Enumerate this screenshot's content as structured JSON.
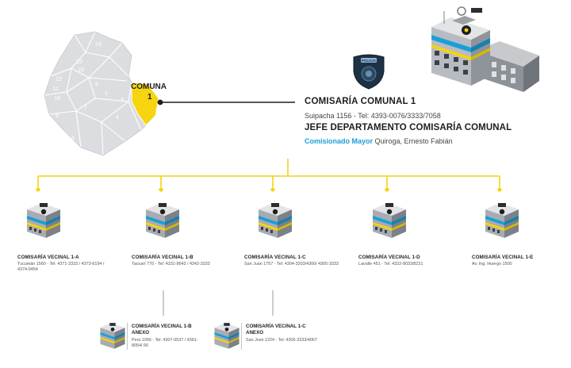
{
  "colors": {
    "accent": "#f6d410",
    "highlight": "#1a9fd8",
    "dark": "#1e1e1e",
    "map_fill": "#dcdde0",
    "map_stroke": "#ffffff"
  },
  "map": {
    "districts": [
      "14",
      "13",
      "12",
      "15",
      "11",
      "10",
      "5",
      "6",
      "7",
      "9",
      "4",
      "8",
      "3"
    ],
    "comuna_label": "COMUNA",
    "comuna_number": "1"
  },
  "badge": {
    "label": "POLICIA"
  },
  "main": {
    "title": "COMISARÍA COMUNAL 1",
    "address": "Suipacha 1156 - Tel: 4393-0076/3333/7058",
    "chief_heading": "JEFE DEPARTAMENTO COMISARÍA COMUNAL",
    "chief_rank": "Comisionado Mayor",
    "chief_name": "Quiroga, Ernesto Fabián"
  },
  "stations": [
    {
      "title": "COMISARÍA VECINAL 1-A",
      "info": "Tucumán 1560 - Tel: 4371-3333 / 4373-6194 / 4374-0454"
    },
    {
      "title": "COMISARÍA VECINAL 1-B",
      "info": "Tacuarí 770 - Tel: 4331-9643 / 4342-3333"
    },
    {
      "title": "COMISARÍA VECINAL 1-C",
      "info": "San Juan 1757 - Tel: 4304-3203/4300/ 4305-3333"
    },
    {
      "title": "COMISARÍA VECINAL 1-D",
      "info": "Lavalle 451 - Tel: 4322-8033/8221"
    },
    {
      "title": "COMISARÍA VECINAL 1-E",
      "info": "Av. Ing. Huergo 1500"
    }
  ],
  "annexes": [
    {
      "title_line1": "COMISARÍA VECINAL 1-B",
      "title_line2": "ANEXO",
      "info": "Perú 1056 - Tel: 4307-0537 / 4361-8054/ 66"
    },
    {
      "title_line1": "COMISARÍA VECINAL 1-C",
      "title_line2": "ANEXO",
      "info": "San José 1224 - Tel: 4306-3333/4067"
    }
  ]
}
